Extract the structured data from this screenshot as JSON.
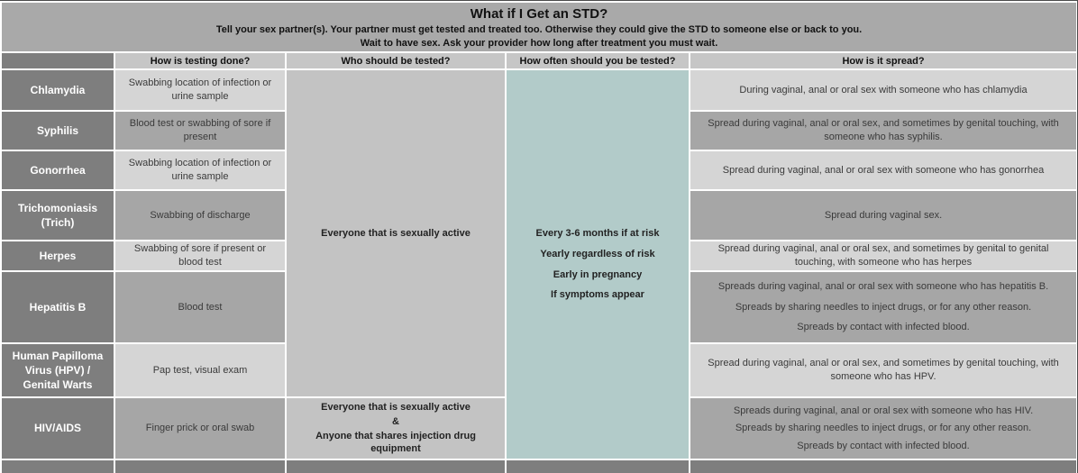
{
  "header": {
    "title": "What if I Get an STD?",
    "subtitle1": "Tell your sex partner(s). Your partner must get tested and treated too. Otherwise they could give the STD to someone else or back to you.",
    "subtitle2": "Wait to have sex. Ask your provider how long after treatment you must wait."
  },
  "columns": {
    "testing": "How is testing done?",
    "who": "Who should be tested?",
    "frequency": "How often should you be tested?",
    "spread": "How is it spread?"
  },
  "who_merged": "Everyone that is sexually active",
  "how_often": {
    "lines": [
      "Every 3-6 months if at risk",
      "Yearly regardless of risk",
      "Early in pregnancy",
      "If symptoms appear"
    ]
  },
  "rows": [
    {
      "name": "Chlamydia",
      "testing": "Swabbing location of infection or urine sample",
      "spread": [
        "During vaginal, anal or oral sex with someone who has chlamydia"
      ]
    },
    {
      "name": "Syphilis",
      "testing": "Blood test or swabbing of sore if present",
      "spread": [
        "Spread during vaginal, anal or oral sex, and sometimes by genital touching, with someone who has syphilis."
      ]
    },
    {
      "name": "Gonorrhea",
      "testing": "Swabbing location of infection or urine sample",
      "spread": [
        "Spread during vaginal, anal or oral sex with someone who has gonorrhea"
      ]
    },
    {
      "name": "Trichomoniasis (Trich)",
      "testing": "Swabbing of discharge",
      "spread": [
        "Spread during vaginal sex."
      ]
    },
    {
      "name": "Herpes",
      "testing": "Swabbing of sore if present or blood test",
      "spread": [
        "Spread during vaginal, anal or oral sex, and sometimes by genital to genital touching, with someone who has herpes"
      ]
    },
    {
      "name": "Hepatitis B",
      "testing": "Blood test",
      "spread": [
        "Spreads during vaginal, anal or oral sex with someone who has hepatitis B.",
        "Spreads by sharing needles to inject drugs, or for any other reason.",
        "Spreads by contact with infected blood."
      ]
    },
    {
      "name": "Human Papilloma Virus (HPV) / Genital Warts",
      "testing": "Pap test, visual exam",
      "spread": [
        "Spread during vaginal, anal or oral sex, and sometimes by genital touching, with someone who has HPV."
      ]
    },
    {
      "name": "HIV/AIDS",
      "testing": "Finger prick or oral swab",
      "who": [
        "Everyone that is sexually active",
        "&",
        "Anyone that shares injection drug equipment"
      ],
      "spread": [
        "Spreads during vaginal, anal or oral sex with someone who has HIV.",
        "Spreads by sharing needles to inject drugs, or for any other reason.",
        "Spreads by contact with infected blood."
      ]
    }
  ],
  "colors": {
    "title_band": "#a9a9a9",
    "column_header_bg": "#c6c6c6",
    "row_header_bg": "#7e7e7e",
    "cell_light": "#d5d5d5",
    "cell_medium": "#a6a6a6",
    "who_cell_bg": "#c3c3c3",
    "schedule_cell_bg": "#b2cbc9",
    "partial_row_bg": "#7e7e7e",
    "grid_line": "#ffffff"
  }
}
